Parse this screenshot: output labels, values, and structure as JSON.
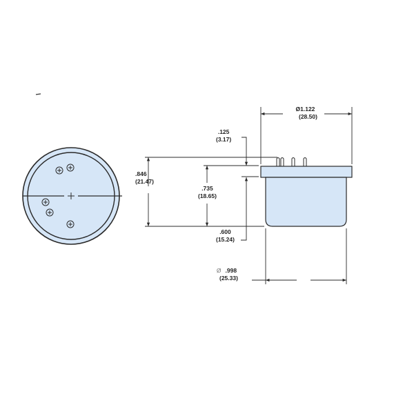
{
  "colors": {
    "body_fill": "#d6e6f7",
    "line": "#2a2a2a"
  },
  "end_view": {
    "screw_count": 5
  },
  "dimensions": {
    "overall_diameter": {
      "inch": "Ø1.122",
      "mm": "(28.50)"
    },
    "flange_thickness": {
      "inch": ".125",
      "mm": "(3.17)"
    },
    "overall_height": {
      "inch": ".846",
      "mm": "(21.47)"
    },
    "body_height": {
      "inch": ".735",
      "mm": "(18.65)"
    },
    "body_depth": {
      "inch": ".600",
      "mm": "(15.24)"
    },
    "body_diameter": {
      "symbol": "Ø",
      "inch": ".998",
      "mm": "(25.33)"
    }
  }
}
